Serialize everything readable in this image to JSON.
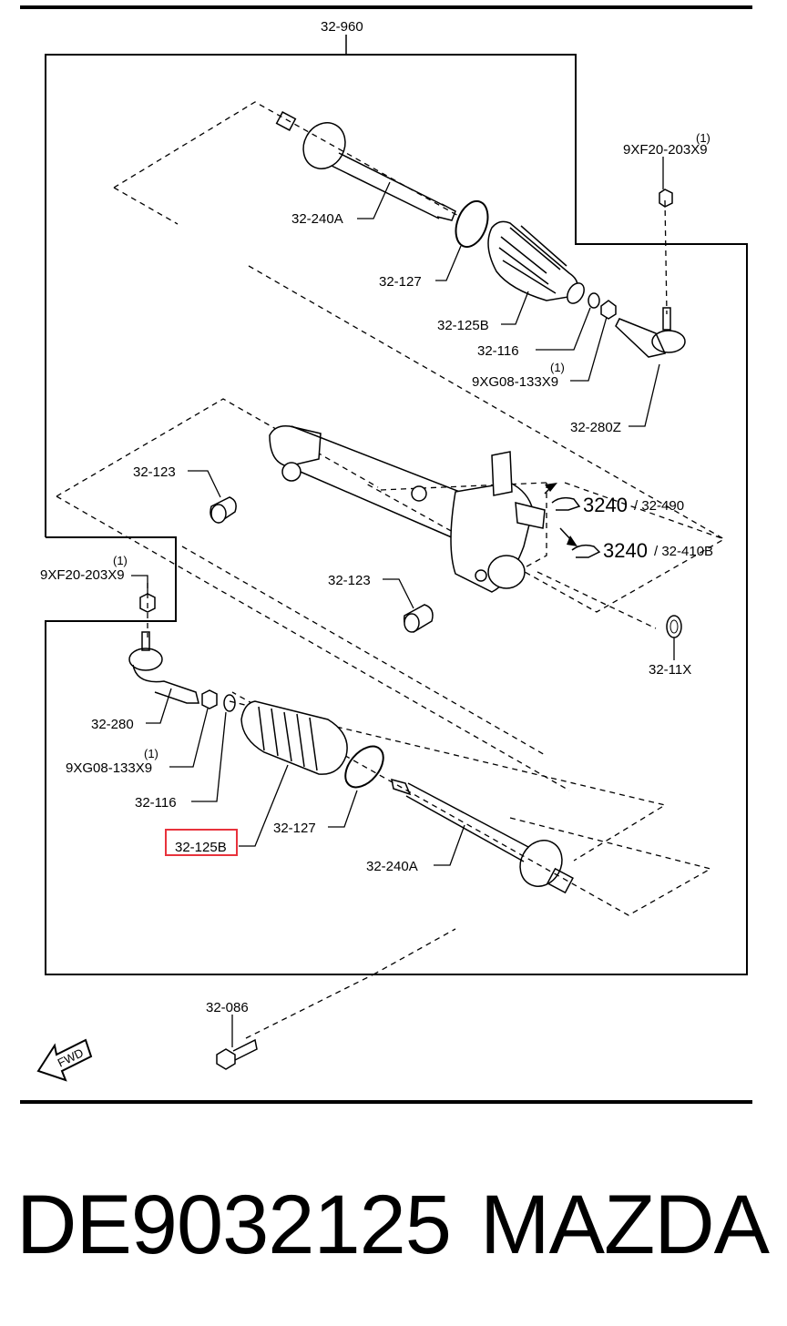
{
  "labels": {
    "assembly": "32-960",
    "nut_top": "9XF20-203X9",
    "nut_top_qty": "(1)",
    "inner_rod_top": "32-240A",
    "clamp_top": "32-127",
    "boot_top": "32-125B",
    "band_top": "32-116",
    "locknut_top": "9XG08-133X9",
    "locknut_top_qty": "(1)",
    "tie_end_top": "32-280Z",
    "bushing_top": "32-123",
    "ref_3240_a": "3240",
    "ref_490": "/ 32-490",
    "ref_3240_b": "3240",
    "ref_410b": "/ 32-410B",
    "nut_left": "9XF20-203X9",
    "nut_left_qty": "(1)",
    "bushing_mid": "32-123",
    "seal_11x": "32-11X",
    "tie_end_left": "32-280",
    "locknut_left": "9XG08-133X9",
    "locknut_left_qty": "(1)",
    "band_left": "32-116",
    "boot_highlight": "32-125B",
    "clamp_left": "32-127",
    "inner_rod_bottom": "32-240A",
    "bolt": "32-086",
    "fwd": "FWD"
  },
  "footer": {
    "part_number": "DE9032125",
    "brand": "MAZDA"
  },
  "colors": {
    "highlight": "#e8323c",
    "line": "#000000"
  }
}
